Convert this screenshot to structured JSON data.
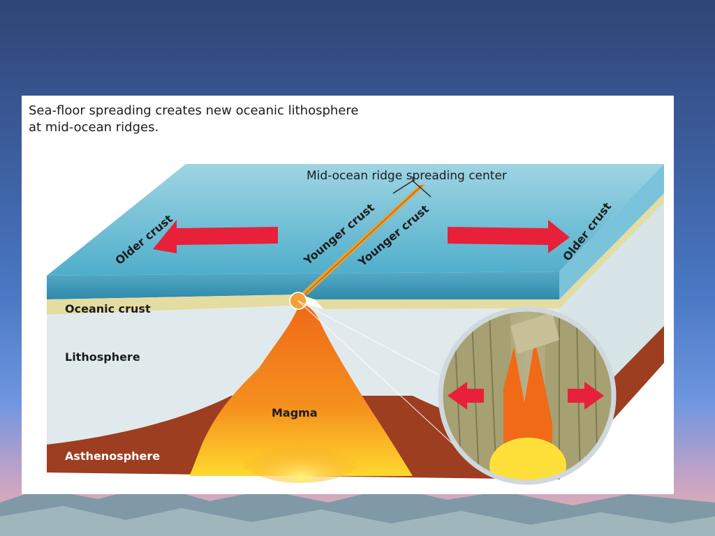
{
  "caption": {
    "line1": "Sea-floor spreading creates new oceanic lithosphere",
    "line2": "at mid-ocean ridges."
  },
  "labels": {
    "ridge": "Mid-ocean ridge spreading center",
    "older_crust_left": "Older crust",
    "younger_crust_left": "Younger crust",
    "younger_crust_right": "Younger crust",
    "older_crust_right": "Older crust",
    "oceanic_crust": "Oceanic crust",
    "lithosphere": "Lithosphere",
    "magma": "Magma",
    "asthenosphere": "Asthenosphere"
  },
  "colors": {
    "ocean_top": "#5ab3cf",
    "ocean_front": "#3f97b6",
    "crust": "#e5dca2",
    "lithosphere": "#dfe9ec",
    "asthenosphere": "#9c3e1f",
    "magma": "#f07a1e",
    "arrow": "#e8203a"
  },
  "icons": {
    "left_arrow": "arrow-left-icon",
    "right_arrow": "arrow-right-icon",
    "inset": "magnifier-inset"
  }
}
